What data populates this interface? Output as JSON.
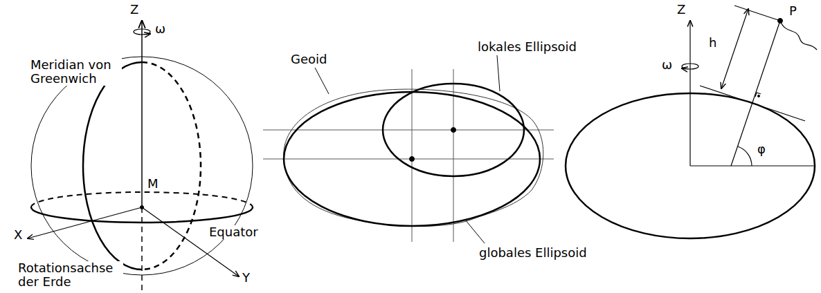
{
  "diagram": {
    "labels": [
      "Z",
      "ω",
      "Meridian von Greenwich",
      "M",
      "X",
      "Equator",
      "Y",
      "Rotationsachse der Erde",
      "Geoid",
      "lokales Ellipsoid",
      "globales Ellipsoid",
      "Z",
      "ω",
      "h",
      "P",
      "φ"
    ]
  }
}
